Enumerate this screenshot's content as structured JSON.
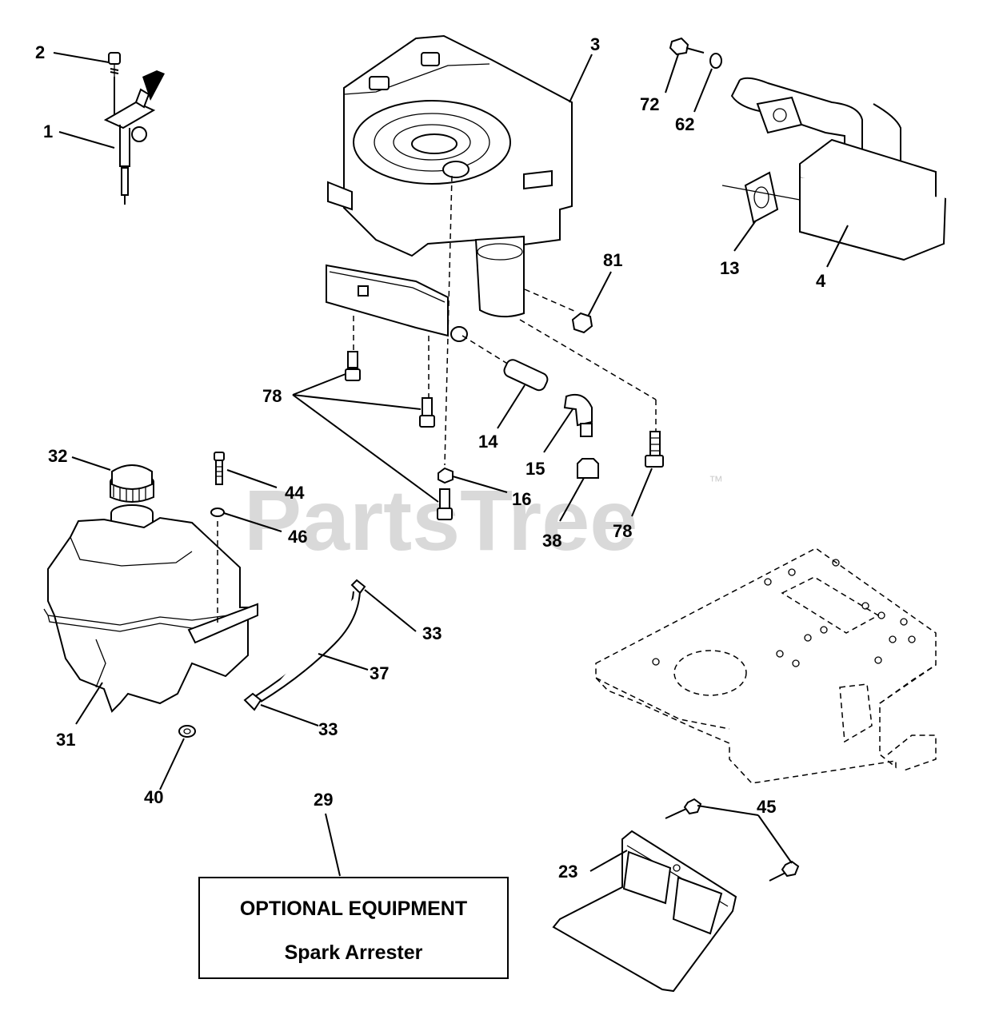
{
  "watermark": {
    "text": "PartsTree",
    "trademark": "™"
  },
  "labels": {
    "p1": "1",
    "p2": "2",
    "p3": "3",
    "p4": "4",
    "p13": "13",
    "p14": "14",
    "p15": "15",
    "p16": "16",
    "p23": "23",
    "p29": "29",
    "p31": "31",
    "p32": "32",
    "p33a": "33",
    "p33b": "33",
    "p37": "37",
    "p38": "38",
    "p40": "40",
    "p44": "44",
    "p45": "45",
    "p46": "46",
    "p62": "62",
    "p72": "72",
    "p78a": "78",
    "p78b": "78",
    "p81": "81"
  },
  "optional_box": {
    "title": "OPTIONAL EQUIPMENT",
    "subtitle": "Spark Arrester"
  }
}
